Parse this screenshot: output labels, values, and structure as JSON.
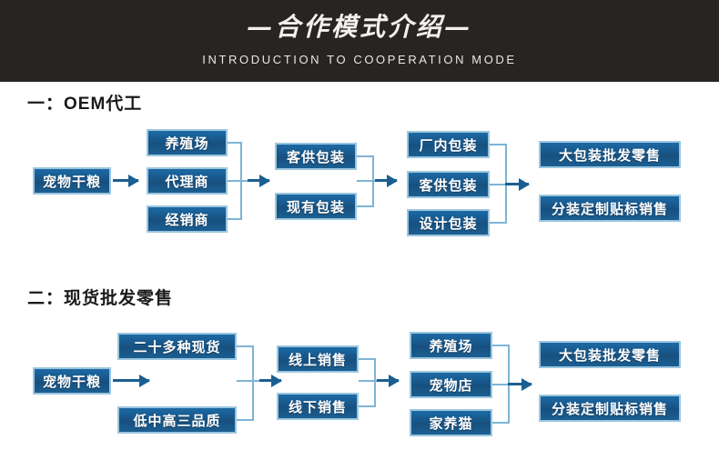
{
  "header": {
    "title": "—合作模式介绍—",
    "subtitle": "INTRODUCTION TO COOPERATION MODE",
    "bg_color": "#262523",
    "text_color": "#f3f1ee"
  },
  "theme": {
    "box_fill": "#1b5f92",
    "box_border": "#9cc6e0",
    "connector": "#7eb4d6",
    "arrow": "#1b5f92",
    "box_text": "#ffffff"
  },
  "sections": [
    {
      "heading": "一：OEM代工",
      "stages": [
        {
          "name": "source",
          "boxes": [
            "宠物干粮"
          ]
        },
        {
          "name": "channel",
          "boxes": [
            "养殖场",
            "代理商",
            "经销商"
          ]
        },
        {
          "name": "packaging-input",
          "boxes": [
            "客供包装",
            "现有包装"
          ]
        },
        {
          "name": "packaging-type",
          "boxes": [
            "厂内包装",
            "客供包装",
            "设计包装"
          ]
        },
        {
          "name": "sales-output",
          "boxes": [
            "大包装批发零售",
            "分装定制贴标销售"
          ]
        }
      ]
    },
    {
      "heading": "二：现货批发零售",
      "stages": [
        {
          "name": "source",
          "boxes": [
            "宠物干粮"
          ]
        },
        {
          "name": "stock",
          "boxes": [
            "二十多种现货",
            "低中高三品质"
          ]
        },
        {
          "name": "sales-channel",
          "boxes": [
            "线上销售",
            "线下销售"
          ]
        },
        {
          "name": "customer",
          "boxes": [
            "养殖场",
            "宠物店",
            "家养猫"
          ]
        },
        {
          "name": "sales-output",
          "boxes": [
            "大包装批发零售",
            "分装定制贴标销售"
          ]
        }
      ]
    }
  ]
}
